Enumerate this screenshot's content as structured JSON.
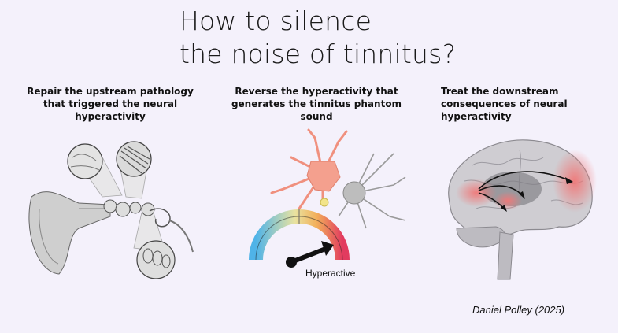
{
  "title": {
    "line1": "How to silence",
    "line2": "the noise of tinnitus?"
  },
  "columns": [
    {
      "lines": [
        "Repair the upstream pathology",
        "that triggered the neural",
        "hyperactivity"
      ]
    },
    {
      "lines": [
        "Reverse the hyperactivity that",
        "generates the tinnitus phantom",
        "sound"
      ]
    },
    {
      "lines": [
        "Treat the downstream",
        "consequences of neural",
        "hyperactivity"
      ]
    }
  ],
  "gauge": {
    "label": "Hyperactive",
    "colors": [
      "#4fb3e8",
      "#e9e3a0",
      "#f2b05a",
      "#e23b5f"
    ]
  },
  "credit": "Daniel Polley (2025)",
  "colors": {
    "background": "#f4f1fb",
    "neuron_active": "#f0907e",
    "neuron_inactive": "#9a9a9a",
    "brain_highlight": "#f08080"
  }
}
